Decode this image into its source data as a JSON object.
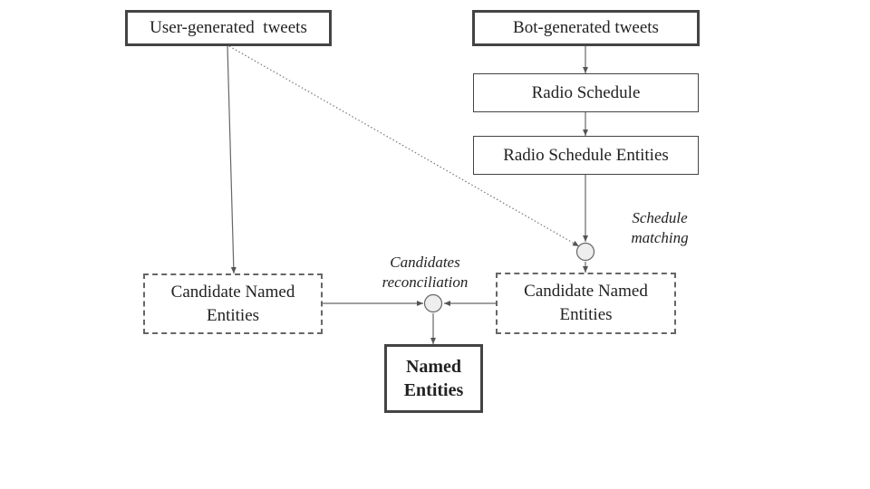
{
  "nodes": {
    "user_tweets": "User-generated  tweets",
    "bot_tweets": "Bot-generated tweets",
    "radio_schedule": "Radio Schedule",
    "radio_schedule_entities": "Radio Schedule Entities",
    "candidate_left_line1": "Candidate Named",
    "candidate_left_line2": "Entities",
    "candidate_right_line1": "Candidate Named",
    "candidate_right_line2": "Entities",
    "named_entities_line1": "Named",
    "named_entities_line2": "Entities"
  },
  "labels": {
    "schedule_matching_line1": "Schedule",
    "schedule_matching_line2": "matching",
    "candidates_reconciliation_line1": "Candidates",
    "candidates_reconciliation_line2": "reconciliation"
  }
}
